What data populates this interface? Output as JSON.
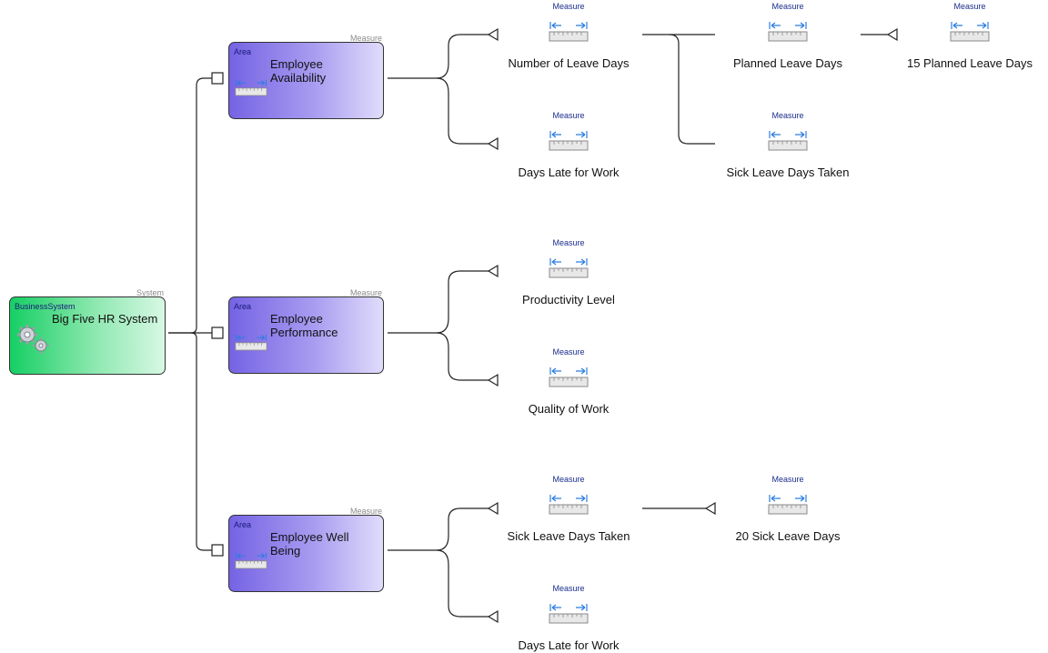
{
  "system": {
    "stereotype": "System",
    "type": "BusinessSystem",
    "title": "Big Five HR System",
    "icon": "gears-icon"
  },
  "areas": [
    {
      "stereotype": "Measure",
      "type": "Area",
      "title_line1": "Employee",
      "title_line2": "Availability"
    },
    {
      "stereotype": "Measure",
      "type": "Area",
      "title_line1": "Employee",
      "title_line2": "Performance"
    },
    {
      "stereotype": "Measure",
      "type": "Area",
      "title_line1": "Employee Well",
      "title_line2": "Being"
    }
  ],
  "measures": [
    {
      "stereotype": "Measure",
      "label": "Number of Leave Days"
    },
    {
      "stereotype": "Measure",
      "label": "Days Late for Work"
    },
    {
      "stereotype": "Measure",
      "label": "Planned Leave Days"
    },
    {
      "stereotype": "Measure",
      "label": "Sick Leave Days Taken"
    },
    {
      "stereotype": "Measure",
      "label": "15 Planned Leave Days"
    },
    {
      "stereotype": "Measure",
      "label": "Productivity Level"
    },
    {
      "stereotype": "Measure",
      "label": "Quality of Work"
    },
    {
      "stereotype": "Measure",
      "label": "Sick Leave Days Taken"
    },
    {
      "stereotype": "Measure",
      "label": "20 Sick Leave Days"
    },
    {
      "stereotype": "Measure",
      "label": "Days Late for Work"
    }
  ],
  "colors": {
    "system_green": "#15cf63",
    "area_purple": "#7563e4",
    "connector": "#222222",
    "ruler_arrow": "#2a7de1"
  },
  "icons": {
    "measure": "ruler-icon",
    "area": "ruler-icon"
  }
}
